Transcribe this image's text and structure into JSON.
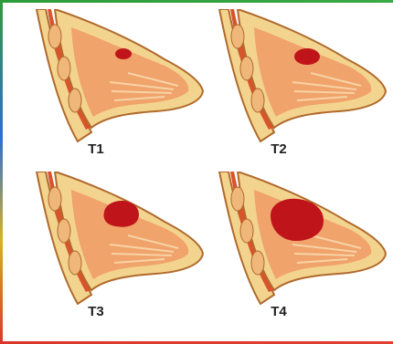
{
  "colors": {
    "frame_top": "#2e9c3a",
    "frame_bottom": "#d9362a",
    "skin": "#f3d48f",
    "skin_outline": "#b06a2c",
    "muscle": "#d9542b",
    "gland": "#f0a36a",
    "tumor": "#c0141b"
  },
  "panels": [
    {
      "label": "T1",
      "tumor_size": "small"
    },
    {
      "label": "T2",
      "tumor_size": "medium"
    },
    {
      "label": "T3",
      "tumor_size": "large"
    },
    {
      "label": "T4",
      "tumor_size": "very-large"
    }
  ]
}
